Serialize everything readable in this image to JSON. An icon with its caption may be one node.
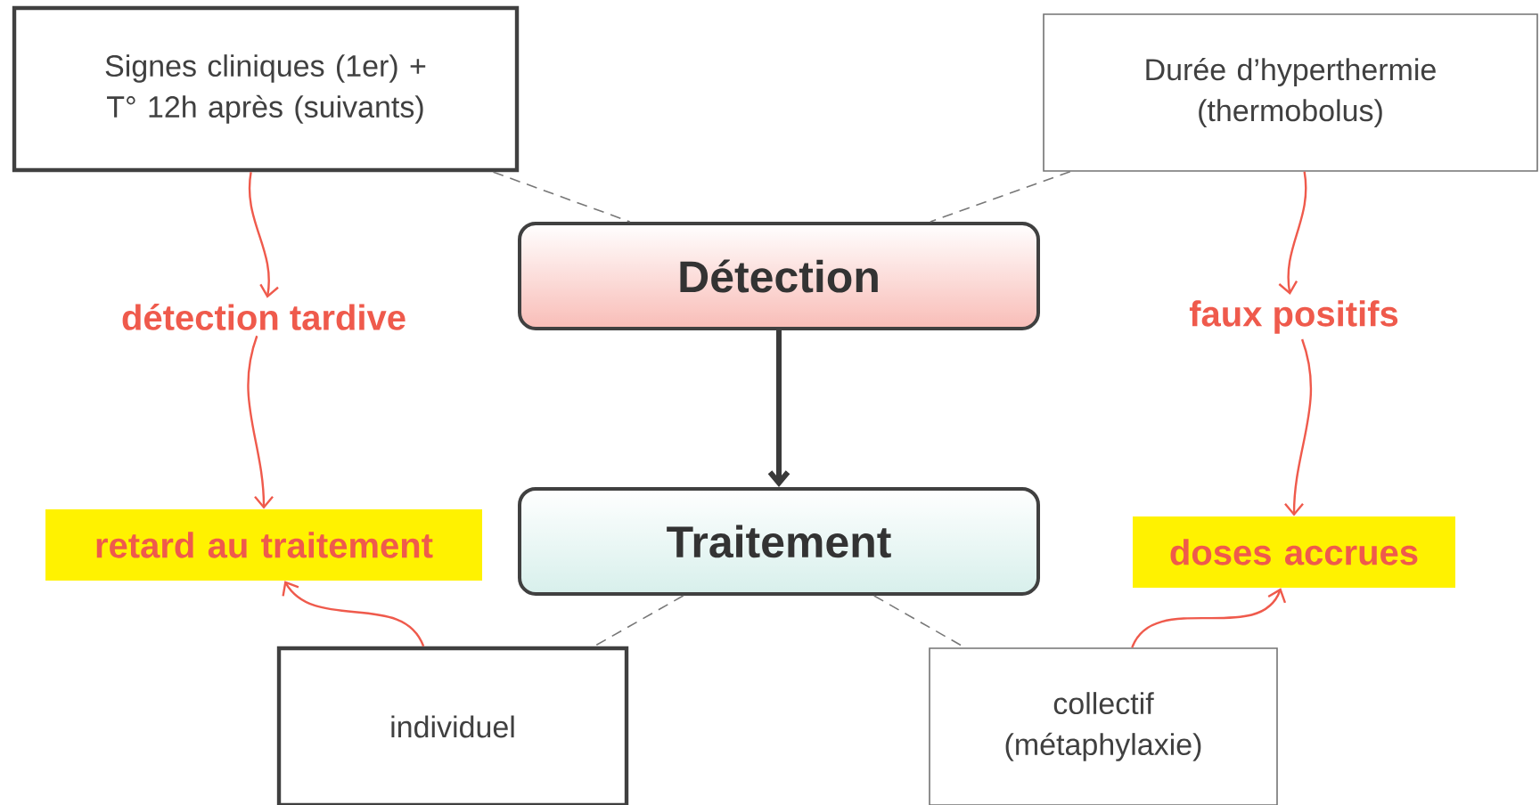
{
  "diagram": {
    "nodes": [
      {
        "text": [
          "Signes cliniques (1er) + T° 12h après (suivants)"
        ]
      },
      {
        "text": [
          "Durée d’hyperthermie (thermobolus)"
        ]
      },
      {
        "text": [
          "Détection"
        ]
      },
      {
        "text": [
          "Traitement"
        ]
      },
      {
        "text": [
          "détection tardive"
        ]
      },
      {
        "text": [
          "faux positifs"
        ]
      },
      {
        "text": [
          "retard au traitement"
        ]
      },
      {
        "text": [
          "doses accrues"
        ]
      },
      {
        "text": [
          "individuel"
        ]
      },
      {
        "text": [
          "collectif (métaphylaxie)"
        ]
      }
    ],
    "edges": [
      {
        "from": 0,
        "to": 2,
        "arrow": "none",
        "style": "dashed",
        "color": "#777777"
      },
      {
        "from": 1,
        "to": 2,
        "arrow": "none",
        "style": "dashed",
        "color": "#777777"
      },
      {
        "from": 2,
        "to": 3,
        "arrow": "to",
        "style": "thick",
        "color": "#3a3a3a"
      },
      {
        "from": 3,
        "to": 8,
        "arrow": "none",
        "style": "dashed",
        "color": "#777777"
      },
      {
        "from": 3,
        "to": 9,
        "arrow": "none",
        "style": "dashed",
        "color": "#777777"
      },
      {
        "from": 0,
        "to": 4,
        "arrow": "to"
      },
      {
        "from": 4,
        "to": 6,
        "arrow": "to"
      },
      {
        "from": 1,
        "to": 5,
        "arrow": "to"
      },
      {
        "from": 5,
        "to": 7,
        "arrow": "to"
      },
      {
        "from": 8,
        "to": 6,
        "arrow": "to"
      },
      {
        "from": 9,
        "to": 7,
        "arrow": "to"
      }
    ]
  }
}
